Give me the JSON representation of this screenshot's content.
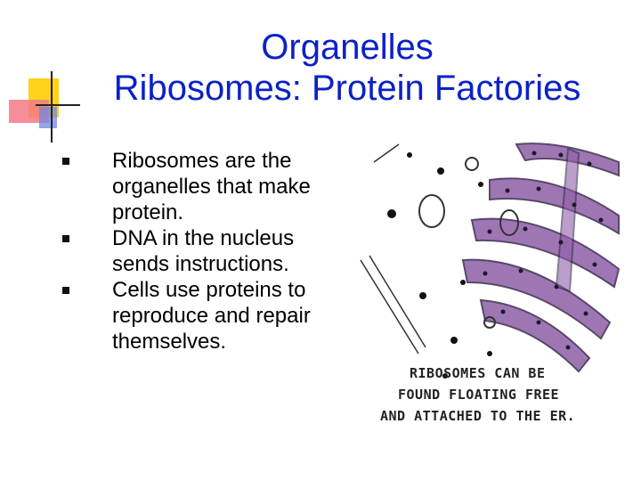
{
  "slide": {
    "title_line1": "Organelles",
    "title_line2": "Ribosomes: Protein Factories",
    "bullets": [
      "Ribosomes are the organelles that make protein.",
      "DNA in the nucleus sends instructions.",
      "Cells use proteins to reproduce and repair themselves."
    ],
    "figure": {
      "caption_line1": "RIBOSOMES CAN BE",
      "caption_line2": "FOUND FLOATING FREE",
      "caption_line3": "AND ATTACHED TO THE ER."
    }
  },
  "colors": {
    "title": "#0b21c8",
    "accent_yellow": "#ffd21c",
    "accent_red": "#f0606e",
    "accent_blue": "#4a6bd8",
    "er_purple": "#8f5fa8"
  }
}
